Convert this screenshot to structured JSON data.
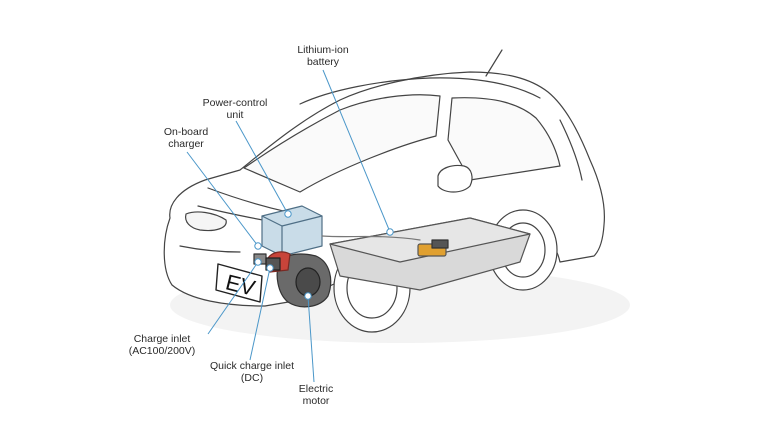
{
  "callouts": {
    "battery": [
      "Lithium-ion",
      "battery"
    ],
    "power_control_unit": [
      "Power-control",
      "unit"
    ],
    "onboard_charger": [
      "On-board",
      "charger"
    ],
    "charge_inlet": [
      "Charge inlet",
      "(AC100/200V)"
    ],
    "quick_charge_inlet": [
      "Quick charge inlet",
      "(DC)"
    ],
    "electric_motor": [
      "Electric",
      "motor"
    ]
  },
  "plate_text": "EV",
  "colors": {
    "leader_line": "#4b97c9",
    "pcu_box": "#c9dce8",
    "battery_pack": "#d9d9d9",
    "battery_terminal": "#e0a030",
    "motor_red": "#c8443a",
    "body_stroke": "#444444"
  },
  "icons": {
    "callout_marker": "circle-dot-icon"
  }
}
